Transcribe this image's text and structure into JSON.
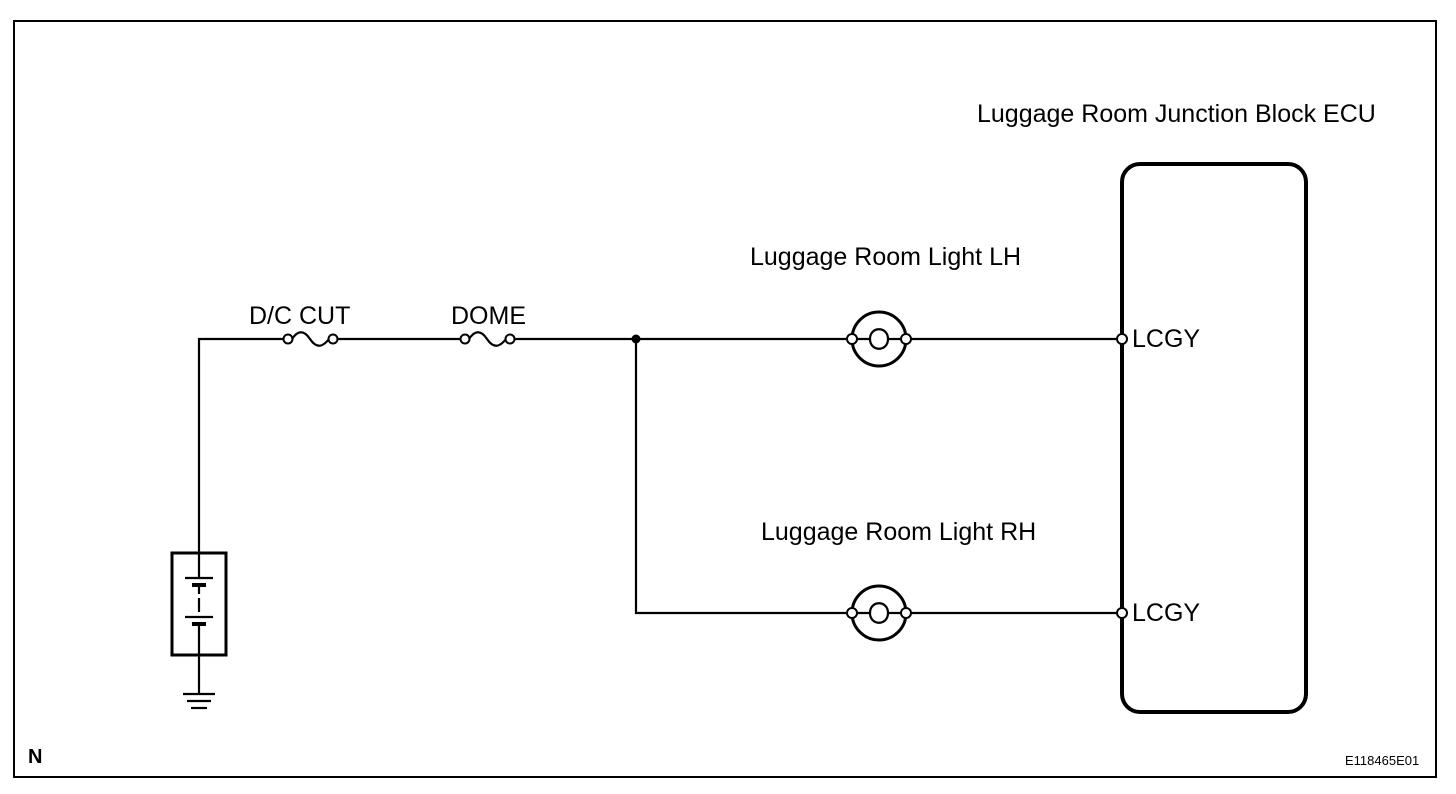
{
  "diagram": {
    "ecu_label": "Luggage Room Junction Block ECU",
    "fuse_dc_cut": "D/C CUT",
    "fuse_dome": "DOME",
    "light_lh": "Luggage Room Light LH",
    "light_rh": "Luggage Room Light RH",
    "terminal_lh": "LCGY",
    "terminal_rh": "LCGY",
    "corner_letter": "N",
    "figure_code": "E118465E01"
  }
}
